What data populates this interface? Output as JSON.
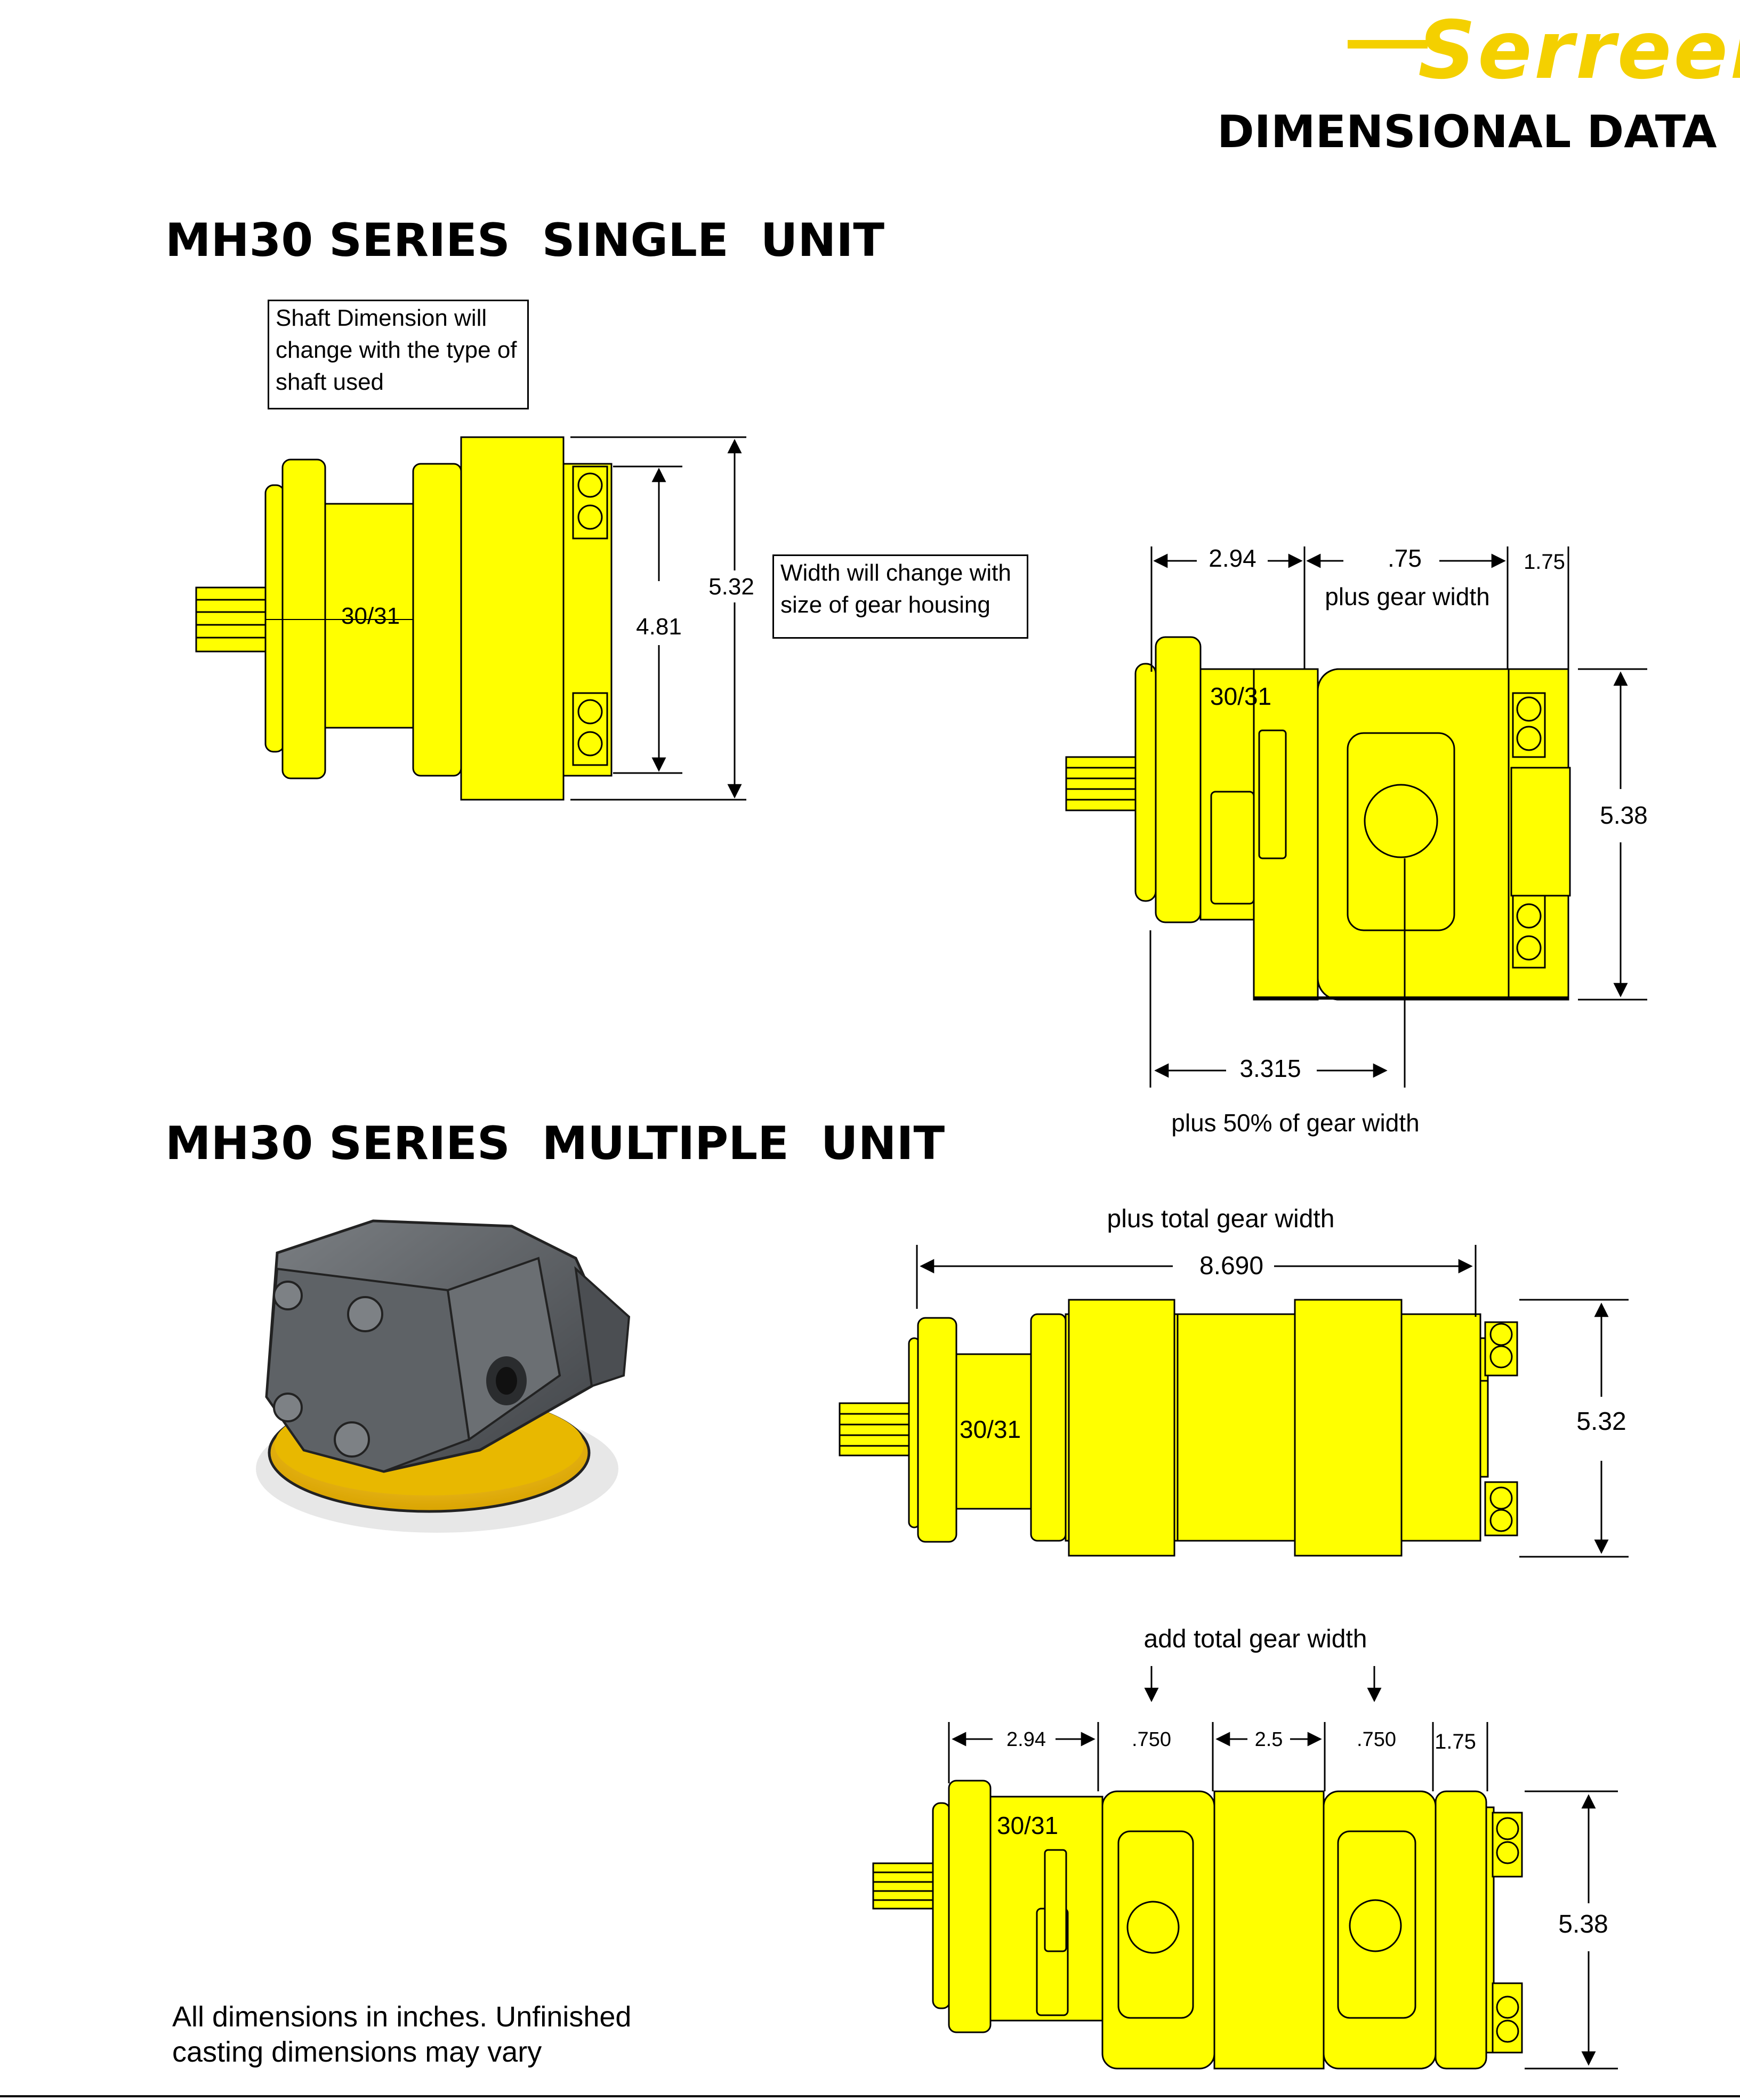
{
  "header": {
    "logo_text": "Serreen",
    "title": "DIMENSIONAL DATA"
  },
  "single_unit": {
    "title": "MH30 SERIES  SINGLE  UNIT",
    "note_shaft": "Shaft Dimension will change with the type of shaft used",
    "note_width": "Width will change with size of gear housing",
    "side_view": {
      "model_label": "30/31",
      "dim_inner": "4.81",
      "dim_outer": "5.32"
    },
    "front_view": {
      "model_label": "30/31",
      "dim_a": "2.94",
      "dim_b": ".75",
      "dim_c": "1.75",
      "dim_b_note": "plus gear width",
      "dim_height": "5.38",
      "dim_port": "3.315",
      "dim_port_note": "plus 50% of gear width"
    }
  },
  "multiple_unit": {
    "title": "MH30 SERIES  MULTIPLE  UNIT",
    "side_view": {
      "model_label": "30/31",
      "dim_note": "plus total gear width",
      "dim_length": "8.690",
      "dim_height": "5.32"
    },
    "front_view": {
      "model_label": "30/31",
      "dim_note": "add total gear width",
      "dim_a": "2.94",
      "dim_b": ".750",
      "dim_c": "2.5",
      "dim_d": ".750",
      "dim_e": "1.75",
      "dim_height": "5.38"
    }
  },
  "footnote": "All dimensions in inches. Unfinished casting dimensions may vary",
  "colors": {
    "part_yellow": "#ffff00",
    "logo_yellow": "#f4d000",
    "pump_gray": "#5e6266",
    "base_yellow": "#e6b400"
  }
}
